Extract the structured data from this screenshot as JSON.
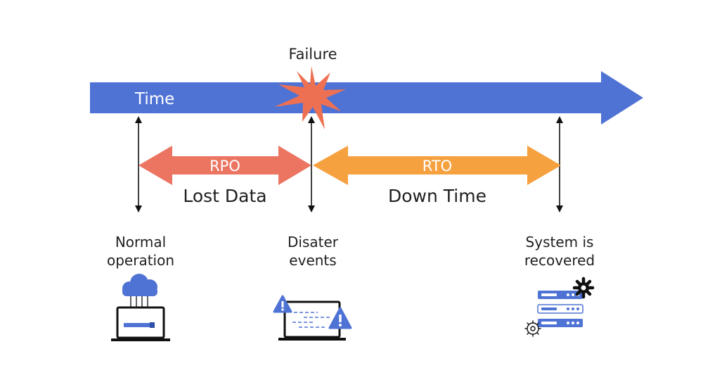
{
  "timeline": {
    "label": "Time",
    "failure_label": "Failure",
    "color": "#4f73d4",
    "burst_color": "#ee7052"
  },
  "rpo": {
    "label": "RPO",
    "caption": "Lost Data",
    "color": "#ec7561"
  },
  "rto": {
    "label": "RTO",
    "caption": "Down Time",
    "color": "#f6a13f"
  },
  "stages": {
    "normal": {
      "line1": "Normal",
      "line2": "operation",
      "icon": "cloud-laptop-icon"
    },
    "disaster": {
      "line1": "Disater",
      "line2": "events",
      "icon": "alert-laptop-icon"
    },
    "recovered": {
      "line1": "System is",
      "line2": "recovered",
      "icon": "server-gear-icon"
    }
  }
}
